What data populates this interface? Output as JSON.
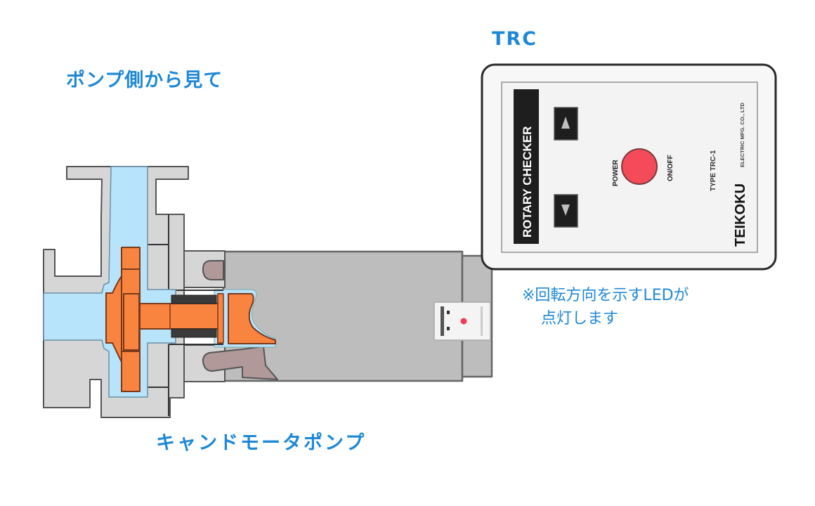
{
  "labels": {
    "pump_side_view": "ポンプ側から見て",
    "trc": "TRC",
    "canned_motor_pump": "キャンドモータポンプ",
    "note_line1": "※回転方向を示すLEDが",
    "note_line2": "点灯します"
  },
  "trc_device": {
    "product_name": "ROTARY CHECKER",
    "brand": "TEIKOKU",
    "manufacturer": "ELECTRIC MFG. CO., LTD",
    "model": "TYPE TRC-1",
    "power_label": "POWER",
    "onoff_label": "ON/OFF",
    "up_icon": "triangle-up",
    "down_icon": "triangle-down"
  },
  "colors": {
    "accent_text": "#1e88d6",
    "casing": "#d6d6d6",
    "fluid": "#b8e4fb",
    "impeller": "#f98440",
    "motor_body": "#bdbdbd",
    "winding": "#b29999",
    "bearing": "#3a3a3a",
    "power_button": "#f54a5a",
    "device_body": "#f7f7f7",
    "device_panel": "#1e1e1e"
  }
}
